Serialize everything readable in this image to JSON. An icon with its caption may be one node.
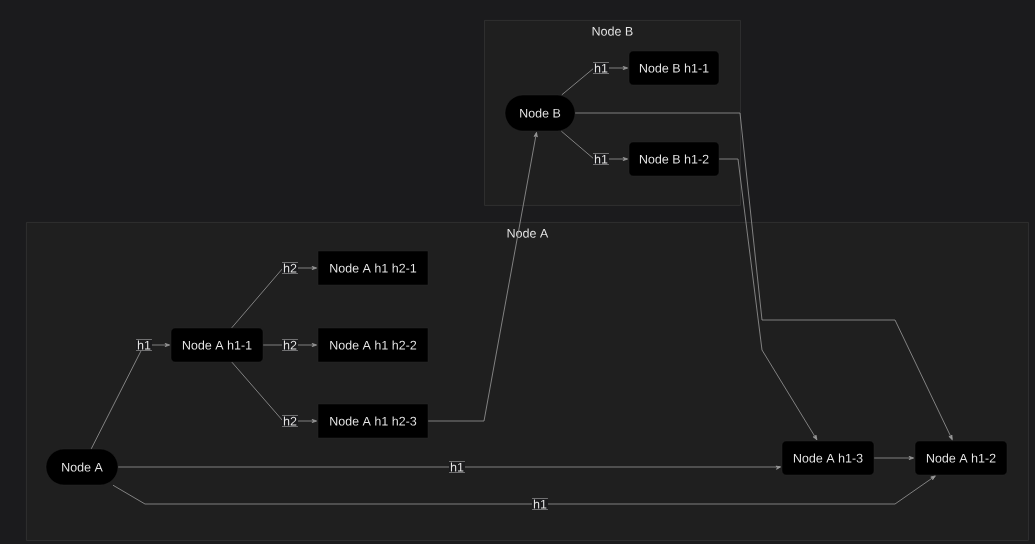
{
  "diagram": {
    "nodes": [
      {
        "text": [
          "Node B"
        ]
      },
      {
        "text": [
          "Node B"
        ],
        "in": 0
      },
      {
        "text": [
          "Node B h1-1"
        ],
        "in": 0
      },
      {
        "text": [
          "Node B h1-2"
        ],
        "in": 0
      },
      {
        "text": [
          "Node A"
        ]
      },
      {
        "text": [
          "Node A"
        ],
        "in": 4
      },
      {
        "text": [
          "Node A h1-1"
        ],
        "in": 4
      },
      {
        "text": [
          "Node A h1 h2-1"
        ],
        "in": 4
      },
      {
        "text": [
          "Node A h1 h2-2"
        ],
        "in": 4
      },
      {
        "text": [
          "Node A h1 h2-3"
        ],
        "in": 4
      },
      {
        "text": [
          "Node A h1-3"
        ],
        "in": 4
      },
      {
        "text": [
          "Node A h1-2"
        ],
        "in": 4
      }
    ],
    "edges": [
      {
        "from": 1,
        "to": 2,
        "arrow": "to",
        "label": "h1"
      },
      {
        "from": 1,
        "to": 3,
        "arrow": "to",
        "label": "h1"
      },
      {
        "from": 5,
        "to": 6,
        "arrow": "to",
        "label": "h1"
      },
      {
        "from": 6,
        "to": 7,
        "arrow": "to",
        "label": "h2"
      },
      {
        "from": 6,
        "to": 8,
        "arrow": "to",
        "label": "h2"
      },
      {
        "from": 6,
        "to": 9,
        "arrow": "to",
        "label": "h2"
      },
      {
        "from": 5,
        "to": 10,
        "arrow": "to",
        "label": "h1"
      },
      {
        "from": 5,
        "to": 11,
        "arrow": "to",
        "label": "h1"
      },
      {
        "from": 9,
        "to": 1,
        "arrow": "to"
      },
      {
        "from": 1,
        "to": 11,
        "arrow": "to"
      },
      {
        "from": 3,
        "to": 10,
        "arrow": "to"
      },
      {
        "from": 10,
        "to": 11,
        "arrow": "to"
      }
    ]
  }
}
